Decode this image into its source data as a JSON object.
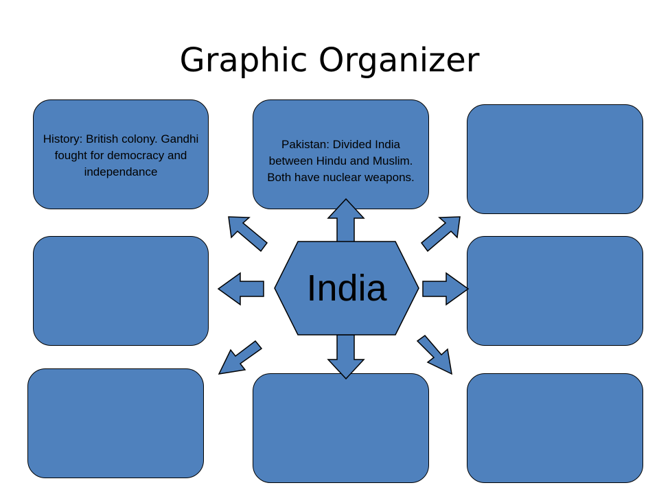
{
  "title": "Graphic Organizer",
  "center": {
    "label": "India"
  },
  "boxes": {
    "top_left": "History: British colony.  Gandhi fought for democracy and independance",
    "top_center": "Pakistan: Divided India between Hindu and Muslim.  Both have nuclear weapons.",
    "top_right": "",
    "middle_left": "",
    "middle_right": "",
    "bottom_left": "",
    "bottom_center": "",
    "bottom_right": ""
  },
  "colors": {
    "box_fill": "#4f81bd",
    "outline": "#000000"
  }
}
